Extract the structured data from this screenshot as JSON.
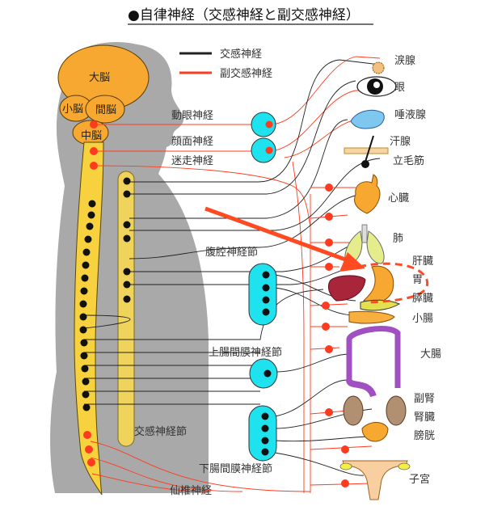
{
  "title": "●自律神経（交感神経と副交感神経）",
  "legend": [
    {
      "label": "交感神経",
      "color": "#222222"
    },
    {
      "label": "副交感神経",
      "color": "#ff3b1f"
    }
  ],
  "brain": {
    "cerebrum": "大脳",
    "cerebellum": "小脳",
    "diencephalon": "間脳",
    "midbrain": "中脳"
  },
  "nerves": {
    "oculomotor": "動眼神経",
    "facial": "顔面神経",
    "vagus": "迷走神経",
    "sacral": "仙椎神経"
  },
  "ganglia": {
    "celiac": "腹腔神経節",
    "superior_mesenteric": "上腸間膜神経節",
    "inferior_mesenteric": "下腸間膜神経節",
    "sympathetic_trunk": "交感神経節"
  },
  "organs": [
    {
      "key": "lacrimal",
      "label": "涙腺"
    },
    {
      "key": "eye",
      "label": "眼"
    },
    {
      "key": "salivary",
      "label": "唾液腺"
    },
    {
      "key": "sweat",
      "label": "汗腺"
    },
    {
      "key": "arrector",
      "label": "立毛筋"
    },
    {
      "key": "heart",
      "label": "心臓"
    },
    {
      "key": "lung",
      "label": "肺"
    },
    {
      "key": "liver",
      "label": "肝臓"
    },
    {
      "key": "stomach",
      "label": "胃"
    },
    {
      "key": "pancreas",
      "label": "膵臓"
    },
    {
      "key": "small_intestine",
      "label": "小腸"
    },
    {
      "key": "large_intestine",
      "label": "大腸"
    },
    {
      "key": "adrenal",
      "label": "副腎"
    },
    {
      "key": "kidney",
      "label": "腎臓"
    },
    {
      "key": "bladder",
      "label": "膀胱"
    },
    {
      "key": "uterus",
      "label": "子宮"
    }
  ],
  "colors": {
    "sympathetic": "#222222",
    "parasympathetic": "#ff3b1f",
    "ganglion": "#1ee3ef",
    "spine": "#f7d23e",
    "brain": "#f7a830",
    "body": "#a9a9a9",
    "annotation": "#ff4a22"
  }
}
